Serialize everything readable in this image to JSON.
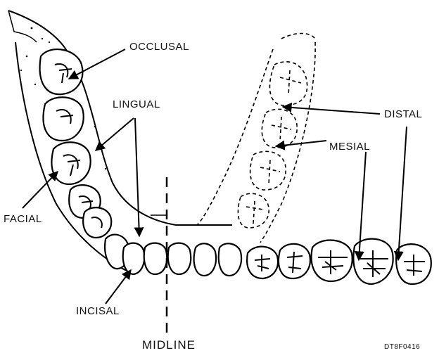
{
  "diagram": {
    "labels": {
      "occlusal": "OCCLUSAL",
      "lingual": "LINGUAL",
      "distal": "DISTAL",
      "mesial": "MESIAL",
      "facial": "FACIAL",
      "incisal": "INCISAL",
      "midline": "MIDLINE"
    },
    "figure_id": "DT8F0416"
  }
}
